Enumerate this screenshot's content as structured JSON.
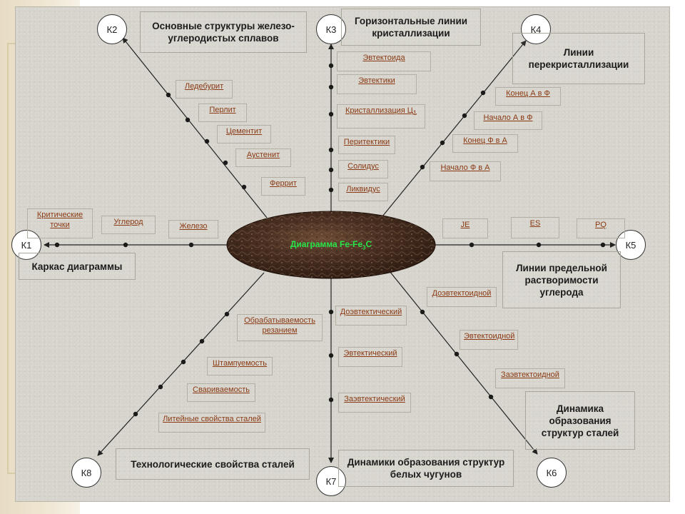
{
  "center": {
    "title_pre": "Диаграмма Fe-Fe",
    "title_sub": "3",
    "title_post": "C"
  },
  "nodes": {
    "k1": "К1",
    "k2": "К2",
    "k3": "К3",
    "k4": "К4",
    "k5": "К5",
    "k6": "К6",
    "k7": "К7",
    "k8": "К8"
  },
  "titles": {
    "k1": "Каркас диаграммы",
    "k2": "Основные структуры железо-углеродистых сплавов",
    "k3": "Горизонтальные линии кристаллизации",
    "k4": "Линии перекристаллизации",
    "k5": "Линии предельной растворимости углерода",
    "k6": "Динамика образования структур сталей",
    "k7": "Динамики образования структур белых чугунов",
    "k8": "Технологические свойства сталей"
  },
  "labels": {
    "k1": [
      "Критические точки",
      "Углерод",
      "Железо"
    ],
    "k2": [
      "Ледебурит",
      "Перлит",
      "Цементит",
      "Аустенит",
      "Феррит"
    ],
    "k3": [
      "Эвтектоида",
      "Эвтектики",
      "Кристаллизация Ц",
      "Перитектики",
      "Солидус",
      "Ликвидус"
    ],
    "k3_sub": "1",
    "k4": [
      "Конец А в Ф",
      "Начало А в Ф",
      "Конец Ф в А",
      "Начало Ф в А"
    ],
    "k5": [
      "JE",
      "ES",
      "PQ"
    ],
    "k6": [
      "Доэвтектоидной",
      "Эвтектоидной",
      "Заэвтектоидной"
    ],
    "k7": [
      "Доэвтектический",
      "Эвтектический",
      "Заэвтектический"
    ],
    "k8": [
      "Обрабатываемость резанием",
      "Штампуемость",
      "Свариваемость",
      "Литейные свойства сталей"
    ]
  },
  "colors": {
    "label_text": "#8a3a14",
    "center_text": "#27e64a",
    "ellipse_base": "#3a2418",
    "panel_bg": "#d6d4cc"
  }
}
